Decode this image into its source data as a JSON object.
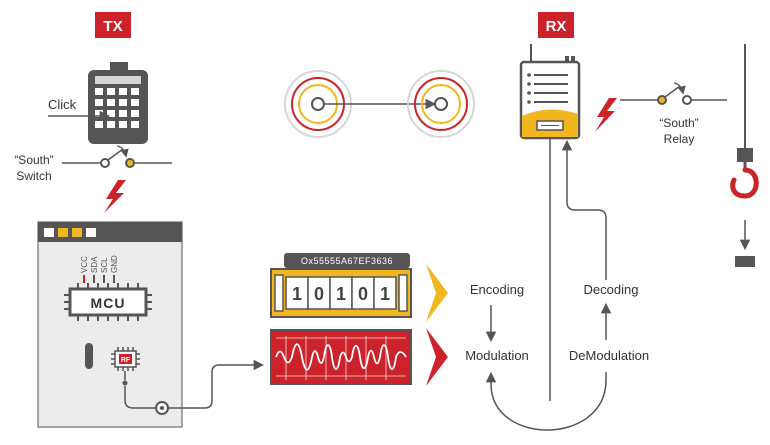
{
  "colors": {
    "red": "#cc2229",
    "yellow": "#f2b61e",
    "dark": "#555555",
    "gray": "#8a8a8a",
    "light": "#d6d6d6",
    "panel": "#ececec"
  },
  "tx": {
    "label": "TX"
  },
  "rx": {
    "label": "RX"
  },
  "remote": {
    "click_label": "Click"
  },
  "switch": {
    "label_line1": "“South”",
    "label_line2": "Switch"
  },
  "relay": {
    "label_line1": "“South”",
    "label_line2": "Relay"
  },
  "mcu": {
    "label": "MCU",
    "pins": [
      "VCC",
      "SDA",
      "SCL",
      "GND"
    ],
    "rf_label": "RF"
  },
  "code": {
    "hex": "Ox55555A67EF3636",
    "bits": [
      "1",
      "0",
      "1",
      "0",
      "1"
    ]
  },
  "process": {
    "encoding": "Encoding",
    "modulation": "Modulation",
    "decoding": "Decoding",
    "demodulation": "DeModulation"
  },
  "icons": [
    "remote-keypad-icon",
    "switch-icon",
    "lightning-icon",
    "antenna-icon",
    "receiver-module-icon",
    "hook-icon",
    "relay-icon"
  ]
}
